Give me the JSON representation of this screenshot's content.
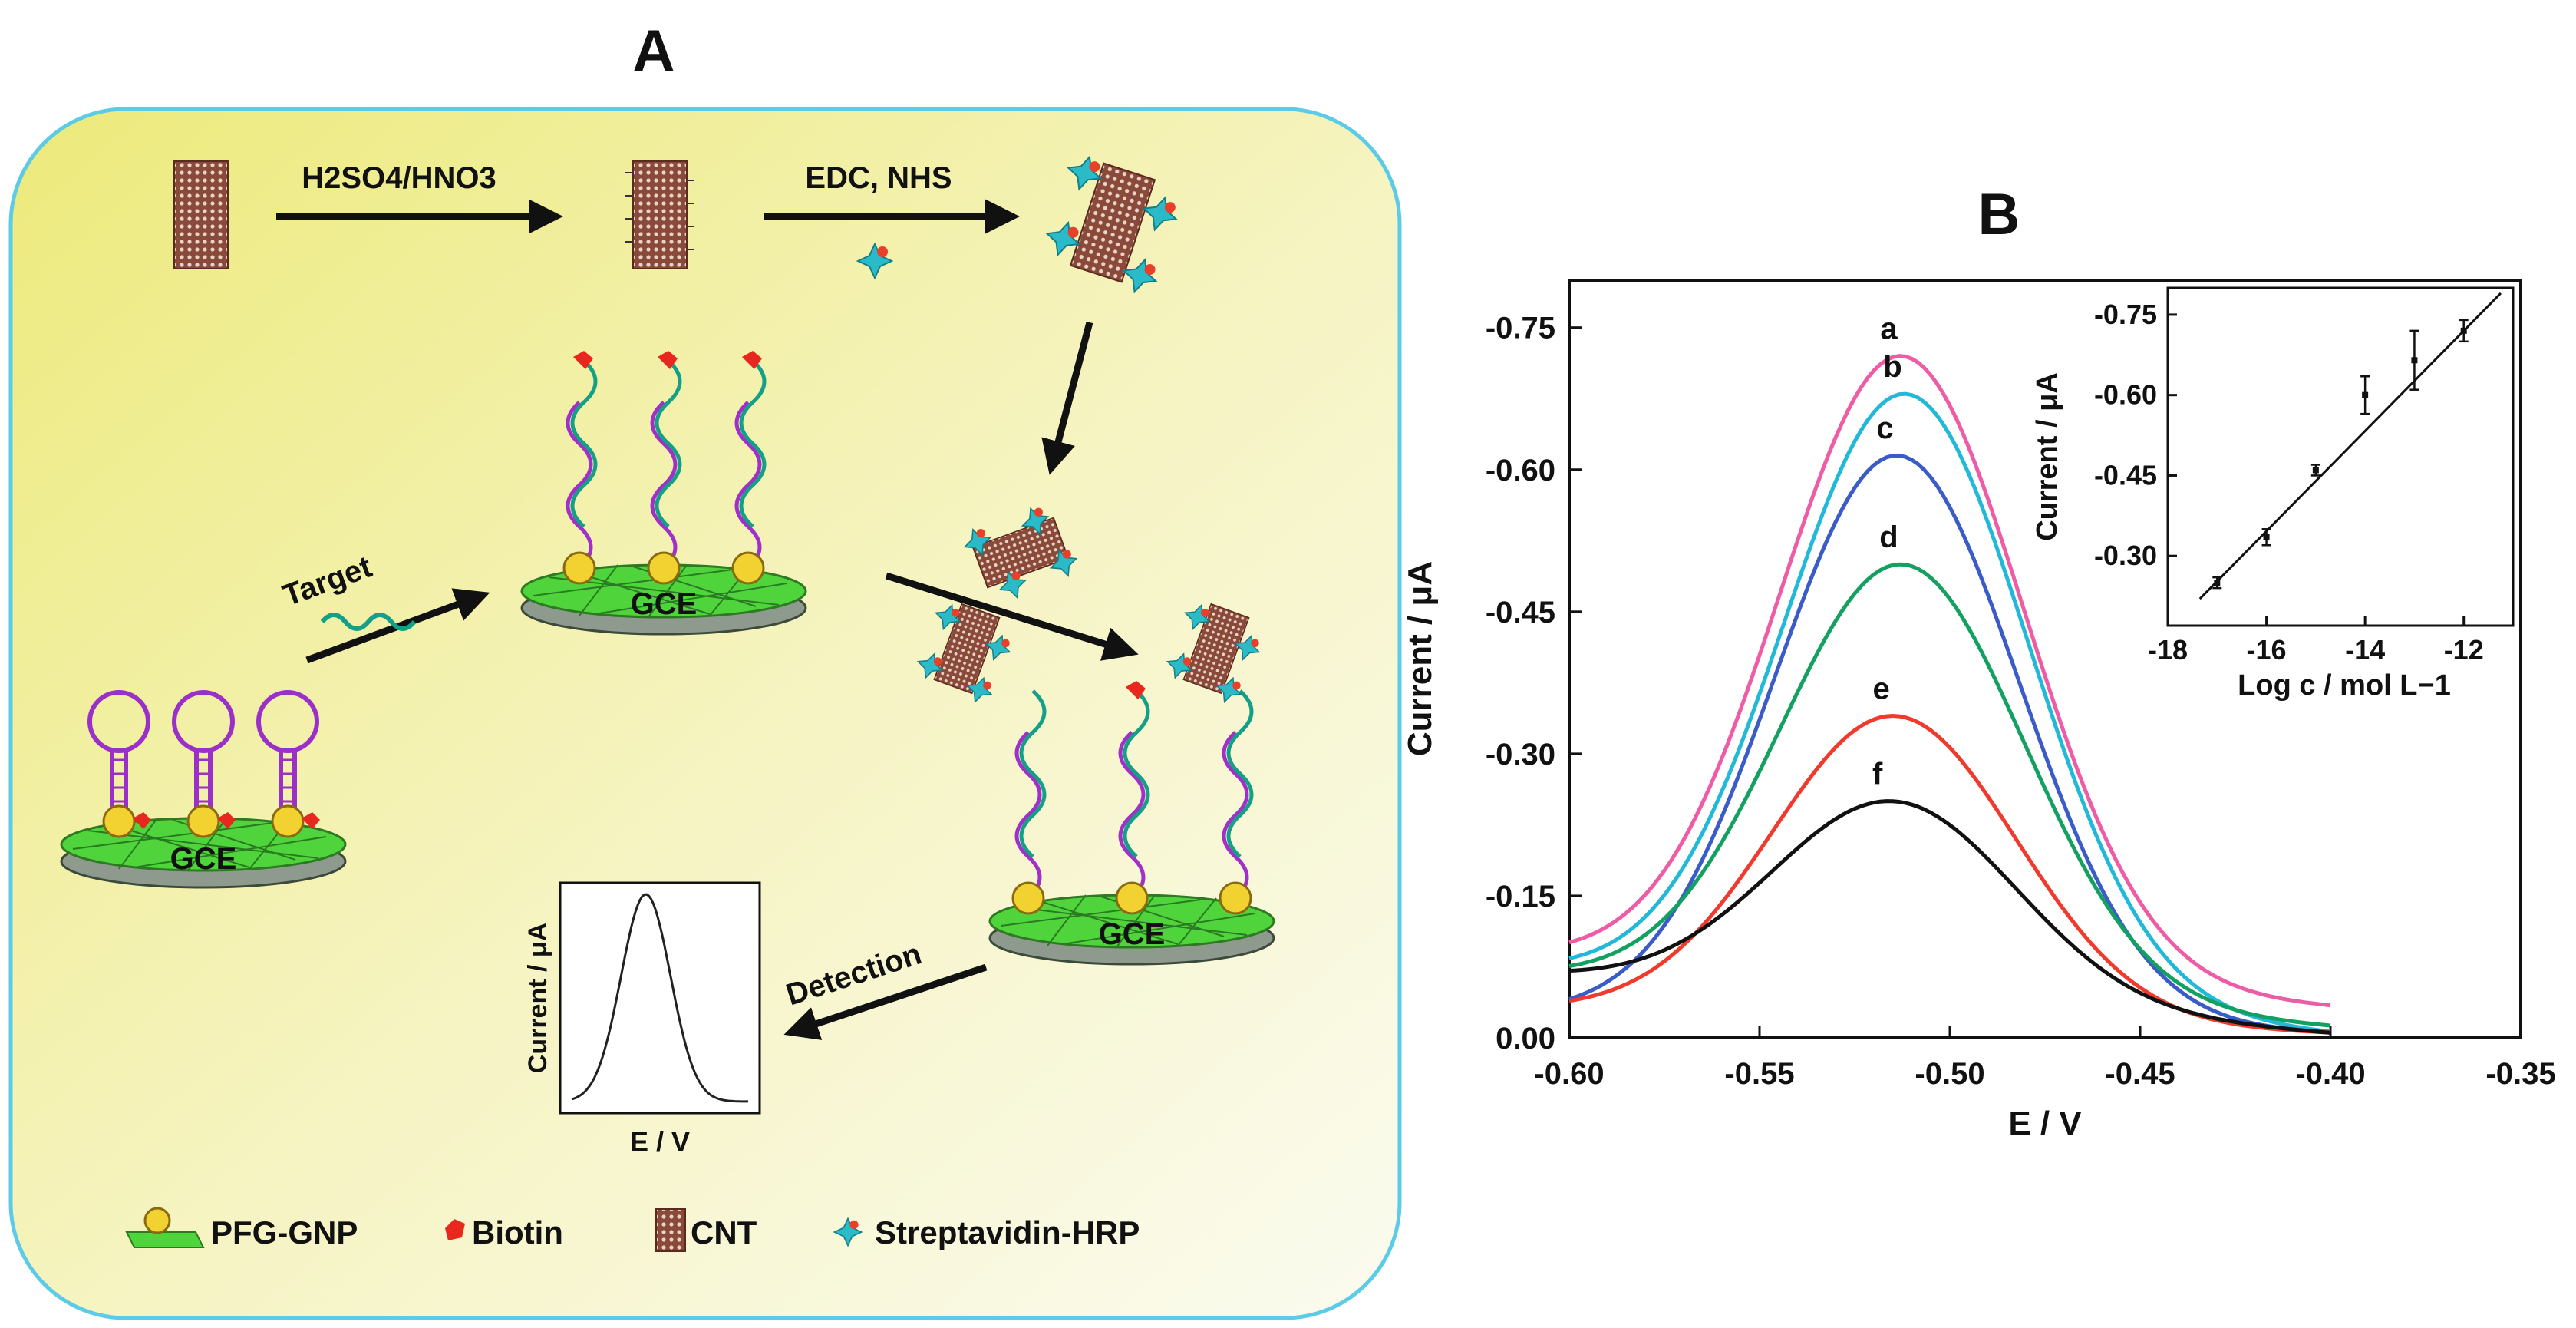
{
  "panel_a": {
    "label": "A",
    "steps": {
      "acid": "H2SO4/HNO3",
      "coupling": "EDC, NHS",
      "target": "Target",
      "detection": "Detection"
    },
    "electrode_label": "GCE",
    "mini_plot": {
      "ylabel": "Current / μA",
      "xlabel": "E / V"
    },
    "legend": [
      {
        "label": "PFG-GNP",
        "icon": "pfg-gnp-icon"
      },
      {
        "label": "Biotin",
        "icon": "biotin-icon"
      },
      {
        "label": "CNT",
        "icon": "cnt-icon"
      },
      {
        "label": "Streptavidin-HRP",
        "icon": "streptavidin-hrp-icon"
      }
    ]
  },
  "panel_b": {
    "label": "B"
  },
  "chart_data": [
    {
      "type": "line",
      "xlabel": "E / V",
      "ylabel": "Current / μA",
      "xlim": [
        -0.6,
        -0.35
      ],
      "ylim": [
        0.0,
        -0.8
      ],
      "xticks": [
        "-0.60",
        "-0.55",
        "-0.50",
        "-0.45",
        "-0.40",
        "-0.35"
      ],
      "yticks": [
        "0.00",
        "-0.15",
        "-0.30",
        "-0.45",
        "-0.60",
        "-0.75"
      ],
      "series": [
        {
          "name": "a",
          "color": "#ee5ca6",
          "peak_x": -0.513,
          "peak_y": -0.72,
          "start_y": -0.085,
          "end_y": -0.033
        },
        {
          "name": "b",
          "color": "#22b8d8",
          "peak_x": -0.512,
          "peak_y": -0.68,
          "start_y": -0.07,
          "end_y": -0.005
        },
        {
          "name": "c",
          "color": "#3a5bc8",
          "peak_x": -0.514,
          "peak_y": -0.615,
          "start_y": -0.025,
          "end_y": -0.005
        },
        {
          "name": "d",
          "color": "#14a060",
          "peak_x": -0.513,
          "peak_y": -0.5,
          "start_y": -0.065,
          "end_y": -0.012
        },
        {
          "name": "e",
          "color": "#f03a2e",
          "peak_x": -0.515,
          "peak_y": -0.34,
          "start_y": -0.03,
          "end_y": -0.005
        },
        {
          "name": "f",
          "color": "#111111",
          "peak_x": -0.516,
          "peak_y": -0.25,
          "start_y": -0.065,
          "end_y": -0.005
        }
      ]
    },
    {
      "type": "scatter",
      "xlabel": "Log c / mol L−1",
      "ylabel": "Current / μA",
      "xlim": [
        -18,
        -11
      ],
      "ylim": [
        -0.17,
        -0.8
      ],
      "xticks": [
        "-18",
        "-16",
        "-14",
        "-12"
      ],
      "yticks": [
        "-0.30",
        "-0.45",
        "-0.60",
        "-0.75"
      ],
      "x": [
        -17,
        -16,
        -15,
        -14,
        -13,
        -12
      ],
      "y": [
        -0.25,
        -0.335,
        -0.46,
        -0.6,
        -0.665,
        -0.72
      ],
      "yerr": [
        0.01,
        0.015,
        0.01,
        0.035,
        0.055,
        0.02
      ],
      "fit_line": {
        "x": [
          -17.35,
          -11.25
        ],
        "y": [
          -0.22,
          -0.79
        ]
      }
    }
  ]
}
